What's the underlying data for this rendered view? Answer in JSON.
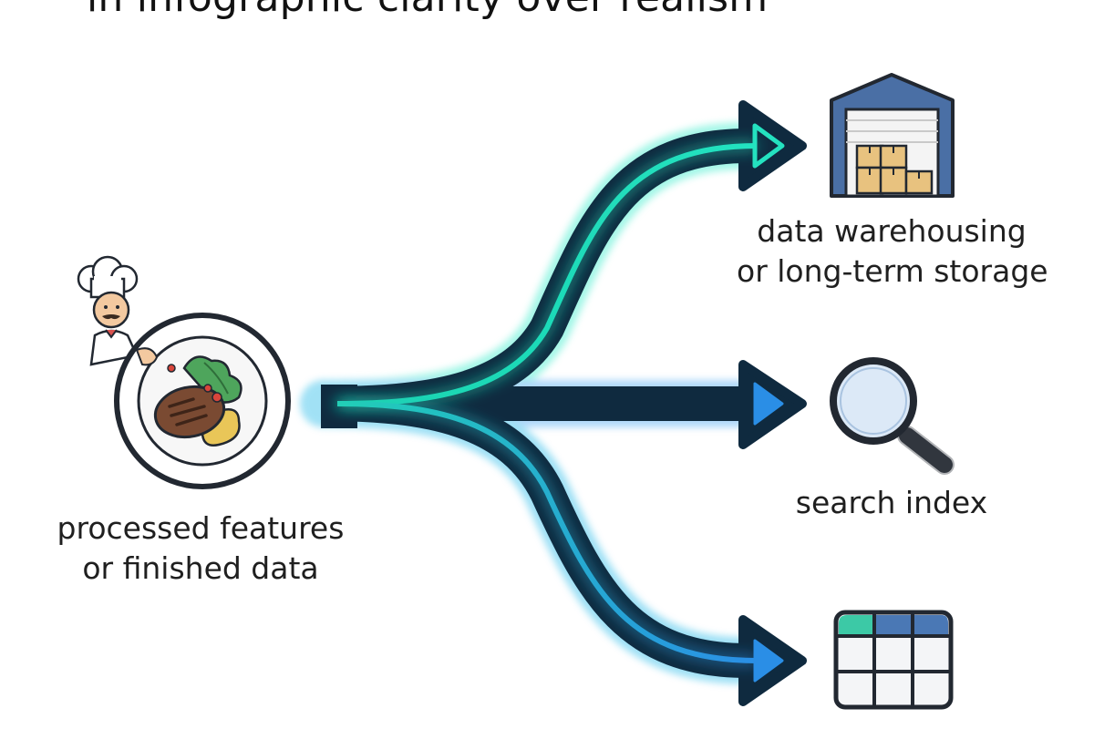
{
  "diagram": {
    "title": "in infographic clarity over realism",
    "source": {
      "icon": "chef-plate-icon",
      "label_line1": "processed features",
      "label_line2": "or finished data"
    },
    "targets": [
      {
        "icon": "warehouse-icon",
        "label_line1": "data warehousing",
        "label_line2": "or long-term storage"
      },
      {
        "icon": "search-magnifier-icon",
        "label_line1": "search index"
      },
      {
        "icon": "table-grid-icon"
      }
    ]
  },
  "colors": {
    "flow_dark": "#0f2a3f",
    "flow_glow_teal": "#1de0b8",
    "flow_glow_blue": "#2b8fe8",
    "icon_outline": "#222831",
    "warehouse_blue": "#4a6fa5",
    "box_tan": "#e8c27f",
    "table_header_blue": "#4a78b5",
    "table_header_teal": "#3cc9a6"
  }
}
